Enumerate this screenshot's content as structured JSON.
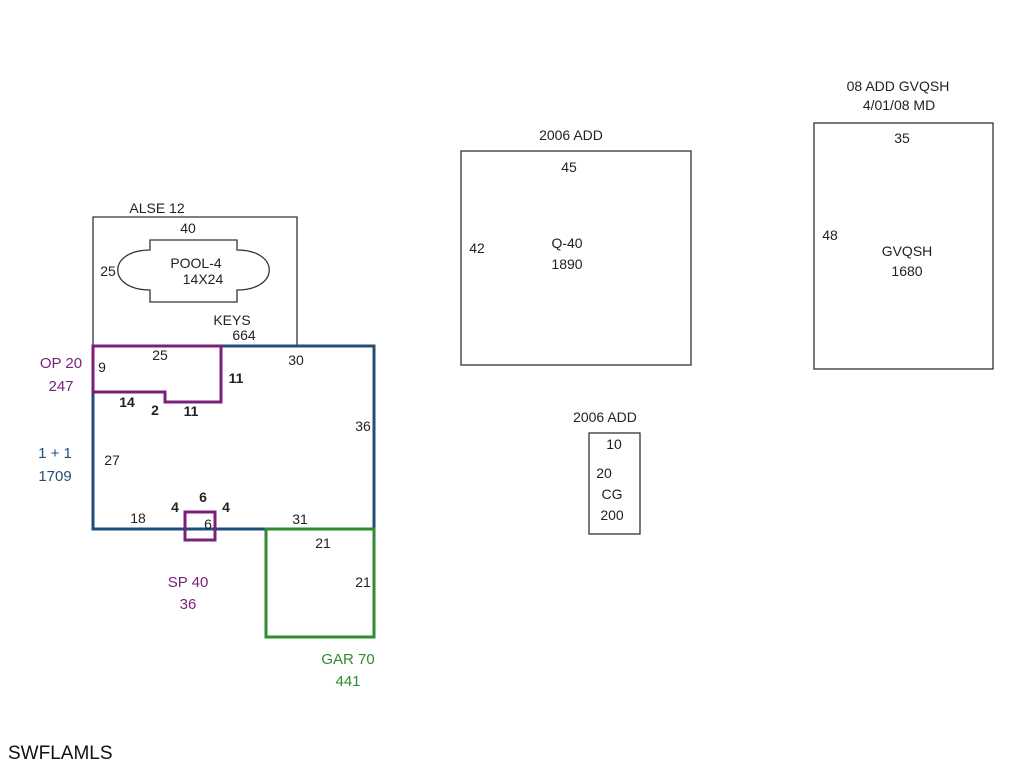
{
  "colors": {
    "line_black": "#333333",
    "living_blue": "#1f4e79",
    "porch_purple": "#7a1f7a",
    "garage_green": "#2e8b2e",
    "text": "#222222",
    "background": "#ffffff"
  },
  "pool_area": {
    "title": "ALSE 12",
    "dim_top": "40",
    "dim_left": "25",
    "pool_label": "POOL-4",
    "pool_size": "14X24",
    "keys_label": "KEYS",
    "keys_value": "664"
  },
  "open_porch": {
    "label": "OP 20",
    "value": "247",
    "dim_left": "9",
    "dim_top": "25",
    "dim_right": "11",
    "dim_bottom_left": "14",
    "dim_step": "2",
    "dim_bottom_right": "11"
  },
  "living": {
    "label": "1 + 1",
    "value": "1709",
    "dim_top": "30",
    "dim_right": "36",
    "dim_left": "27",
    "dim_bottom_left": "18",
    "dim_bottom_right": "31"
  },
  "screen_porch": {
    "label": "SP 40",
    "value": "36",
    "dim_top": "6",
    "dim_left": "4",
    "dim_right": "4",
    "dim_inner": "6"
  },
  "garage": {
    "label": "GAR 70",
    "value": "441",
    "dim_top": "21",
    "dim_right": "21"
  },
  "addition_q40": {
    "title": "2006 ADD",
    "dim_top": "45",
    "dim_left": "42",
    "code": "Q-40",
    "value": "1890"
  },
  "addition_cg": {
    "title": "2006 ADD",
    "dim_top": "10",
    "dim_left": "20",
    "code": "CG",
    "value": "200"
  },
  "addition_gvqsh": {
    "title_line1": "08 ADD GVQSH",
    "title_line2": "4/01/08 MD",
    "dim_top": "35",
    "dim_left": "48",
    "code": "GVQSH",
    "value": "1680"
  },
  "watermark": "SWFLAMLS"
}
